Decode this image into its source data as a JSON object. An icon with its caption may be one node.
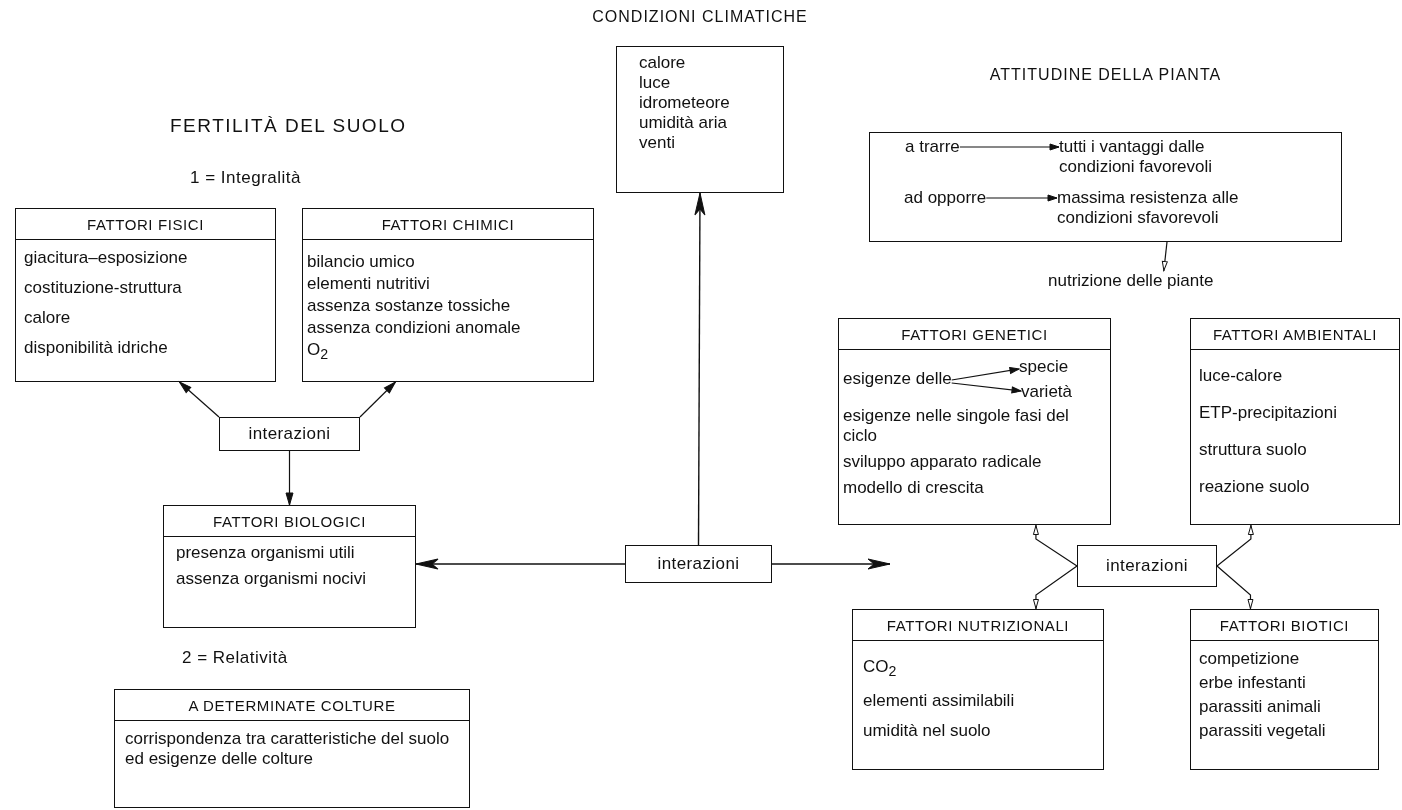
{
  "diagram": {
    "nodes": [
      {
        "text": [
          "FATTORI FISICI",
          "giacitura–esposizione",
          "costituzione-struttura",
          "calore",
          "disponibilità idriche"
        ]
      },
      {
        "text": [
          "FATTORI CHIMICI",
          "bilancio umico",
          "elementi nutritivi",
          "assenza sostanze tossiche",
          "assenza condizioni anomale",
          "O$_{2}$"
        ]
      },
      {
        "text": [
          "interazioni"
        ]
      },
      {
        "text": [
          "FATTORI BIOLOGICI",
          "presenza organismi utili",
          "assenza organismi nocivi"
        ]
      },
      {
        "text": [
          "A DETERMINATE COLTURE",
          "corrispondenza tra caratteristiche del suolo ed esigenze delle colture"
        ]
      },
      {
        "text": [
          "CONDIZIONI CLIMATICHE",
          "calore",
          "luce",
          "idrometeore",
          "umidità aria",
          "venti"
        ]
      },
      {
        "text": [
          "interazioni"
        ]
      },
      {
        "text": [
          "ATTITUDINE DELLA PIANTA"
        ]
      },
      {
        "text": [
          "a trarre"
        ],
        "in": 7
      },
      {
        "text": [
          "tutti i vantaggi dalle condizioni favorevoli"
        ],
        "in": 7
      },
      {
        "text": [
          "ad opporre"
        ],
        "in": 7
      },
      {
        "text": [
          "massima resistenza alle condizioni sfavorevoli"
        ],
        "in": 7
      },
      {
        "text": [
          "nutrizione delle piante"
        ]
      },
      {
        "text": [
          "FATTORI GENETICI",
          "esigenze nelle singole fasi del ciclo",
          "sviluppo apparato radicale",
          "modello di crescita"
        ]
      },
      {
        "text": [
          "esigenze delle"
        ],
        "in": 13
      },
      {
        "text": [
          "specie"
        ],
        "in": 13
      },
      {
        "text": [
          "varietà"
        ],
        "in": 13
      },
      {
        "text": [
          "FATTORI AMBIENTALI",
          "luce-calore",
          "ETP-precipitazioni",
          "struttura suolo",
          "reazione suolo"
        ]
      },
      {
        "text": [
          "interazioni"
        ]
      },
      {
        "text": [
          "FATTORI NUTRIZIONALI",
          "CO$_{2}$",
          "elementi assimilabili",
          "umidità nel suolo"
        ]
      },
      {
        "text": [
          "FATTORI BIOTICI",
          "competizione",
          "erbe infestanti",
          "parassiti animali",
          "parassiti vegetali"
        ]
      }
    ],
    "edges": [
      {
        "from": 2,
        "to": 0,
        "arrow": "to"
      },
      {
        "from": 2,
        "to": 1,
        "arrow": "to"
      },
      {
        "from": 2,
        "to": 3,
        "arrow": "to"
      },
      {
        "from": 6,
        "to": 5,
        "arrow": "to"
      },
      {
        "from": 6,
        "to": 3,
        "arrow": "to"
      },
      {
        "from": 6,
        "to": null,
        "arrow": "to"
      },
      {
        "from": 8,
        "to": 9,
        "arrow": "to"
      },
      {
        "from": 10,
        "to": 11,
        "arrow": "to"
      },
      {
        "from": 7,
        "to": 12,
        "arrow": "to"
      },
      {
        "from": 14,
        "to": 15,
        "arrow": "to"
      },
      {
        "from": 14,
        "to": 16,
        "arrow": "to"
      },
      {
        "from": 18,
        "to": 13,
        "arrow": "to"
      },
      {
        "from": 18,
        "to": 17,
        "arrow": "to"
      },
      {
        "from": 18,
        "to": 19,
        "arrow": "to"
      },
      {
        "from": 18,
        "to": 20,
        "arrow": "to"
      }
    ],
    "labels": [
      "FERTILITÀ DEL SUOLO",
      "1 = Integralità",
      "2 = Relatività"
    ]
  }
}
